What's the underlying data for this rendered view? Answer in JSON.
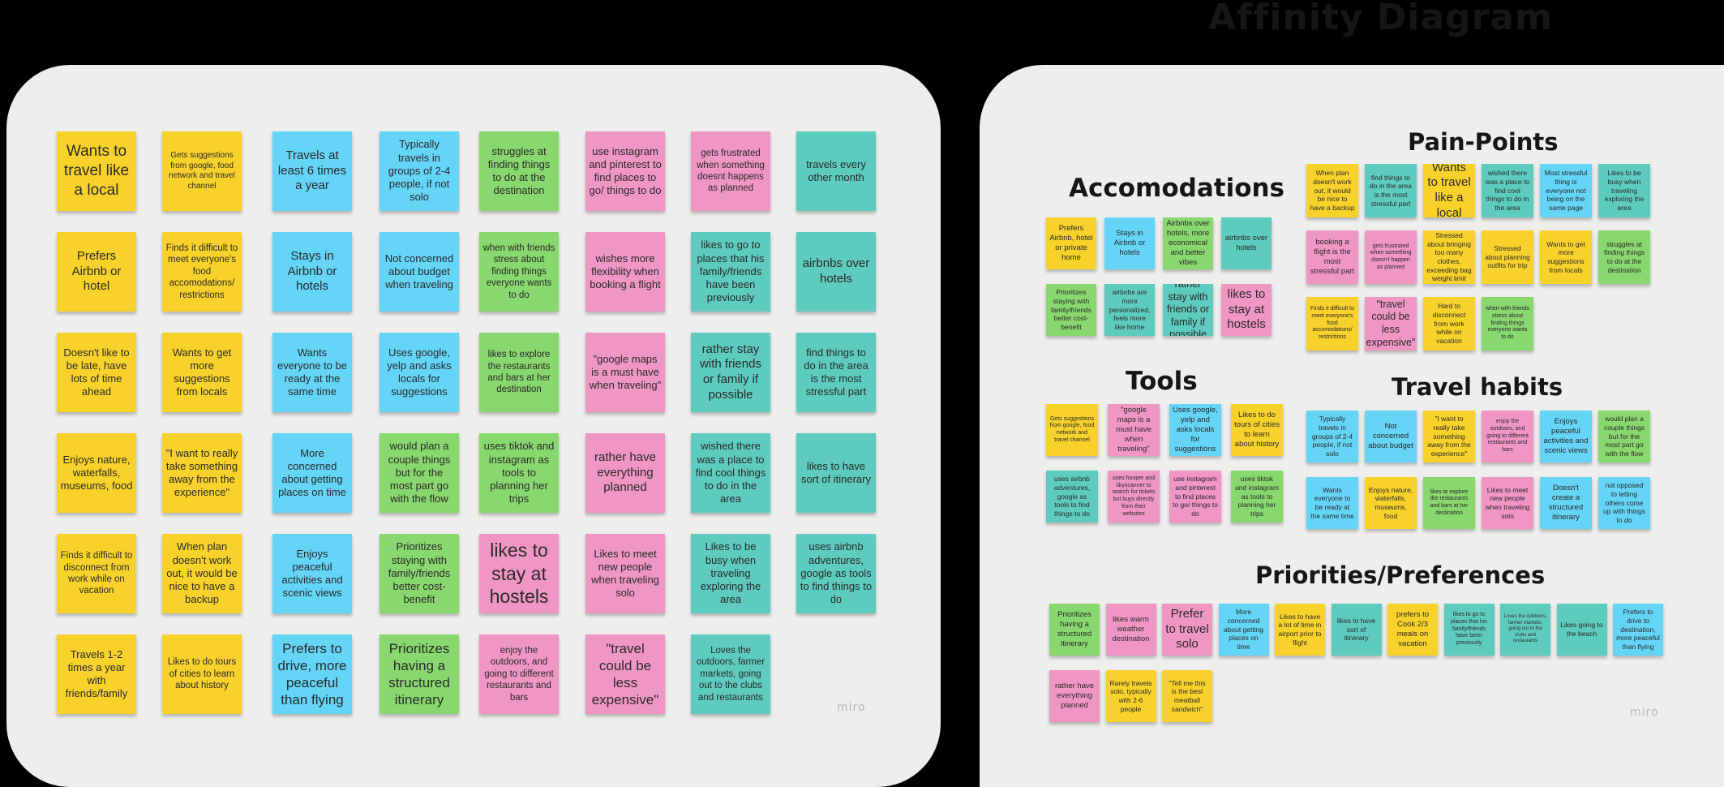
{
  "page_title": "Affinity Diagram",
  "watermark": "miro",
  "colors": {
    "yellow": "#f8d22a",
    "blue": "#64d4f7",
    "green": "#89d76f",
    "pink": "#ef96c4",
    "teal": "#5ecbbf",
    "board": "#eeeeec",
    "background": "#000000"
  },
  "left_board": {
    "columns": [
      {
        "color": "yellow",
        "notes": [
          {
            "text": "Wants to travel like a local",
            "size": "xl"
          },
          {
            "text": "Prefers Airbnb or hotel",
            "size": "l"
          },
          {
            "text": "Doesn't like to be late, have lots of time ahead",
            "size": "m"
          },
          {
            "text": "Enjoys nature, waterfalls, museums, food",
            "size": "m"
          },
          {
            "text": "Finds it difficult to disconnect from work while on vacation",
            "size": "s"
          },
          {
            "text": "Travels 1-2 times a year with friends/family",
            "size": "m"
          }
        ]
      },
      {
        "color": "yellow",
        "notes": [
          {
            "text": "Gets suggestions from google, food network and travel channel",
            "size": "xs"
          },
          {
            "text": "Finds it difficult to meet everyone's food accomodations/ restrictions",
            "size": "s"
          },
          {
            "text": "Wants to get more suggestions from locals",
            "size": "m"
          },
          {
            "text": "\"I want to really take something away from the experience\"",
            "size": "m"
          },
          {
            "text": "When plan doesn't work out, it would be nice to have a backup",
            "size": "m"
          },
          {
            "text": "Likes to do tours of cities to learn about history",
            "size": "s"
          }
        ]
      },
      {
        "color": "blue",
        "notes": [
          {
            "text": "Travels at least 6 times a year",
            "size": "l"
          },
          {
            "text": "Stays in Airbnb or hotels",
            "size": "l"
          },
          {
            "text": "Wants everyone to be ready at the same time",
            "size": "m"
          },
          {
            "text": "More concerned about getting places on time",
            "size": "m"
          },
          {
            "text": "Enjoys peaceful activities and scenic views",
            "size": "m"
          },
          {
            "text": "Prefers to drive, more peaceful than flying",
            "size": "xl2"
          }
        ]
      },
      {
        "color": "blue",
        "notes": [
          {
            "text": "Typically travels in groups of 2-4 people, if not solo",
            "size": "m"
          },
          {
            "text": "Not concerned about budget when traveling",
            "size": "m"
          },
          {
            "text": "Uses google, yelp and asks locals for suggestions",
            "size": "m"
          },
          {
            "text": "would plan a couple things but for the most part go with the flow",
            "size": "m",
            "color": "green"
          },
          {
            "text": "Prioritizes staying with family/friends better cost-benefit",
            "size": "m",
            "color": "green"
          },
          {
            "text": "Prioritizes having a structured itinerary",
            "size": "xl2",
            "color": "green"
          }
        ]
      },
      {
        "color": "green",
        "notes": [
          {
            "text": "struggles at finding things to do at the destination",
            "size": "m"
          },
          {
            "text": "when with friends stress about finding things everyone wants to do",
            "size": "s"
          },
          {
            "text": "likes to explore the restaurants and bars at her destination",
            "size": "s"
          },
          {
            "text": "uses tiktok and instagram as tools to planning her trips",
            "size": "m"
          },
          {
            "text": "likes to stay at hostels",
            "size": "xxl",
            "color": "pink"
          },
          {
            "text": "enjoy the outdoors, and going to different restaurants and bars",
            "size": "s",
            "color": "pink"
          }
        ]
      },
      {
        "color": "pink",
        "notes": [
          {
            "text": "use instagram and pinterest to find places to go/ things to do",
            "size": "m"
          },
          {
            "text": "wishes more flexibility when booking a flight",
            "size": "m"
          },
          {
            "text": "\"google maps is a must have when traveling\"",
            "size": "m"
          },
          {
            "text": "rather have everything planned",
            "size": "l"
          },
          {
            "text": "Likes to meet new people when traveling solo",
            "size": "m"
          },
          {
            "text": "\"travel could be less expensive\"",
            "size": "xl2"
          }
        ]
      },
      {
        "color": "pink",
        "notes": [
          {
            "text": "gets frustrated when something doesnt happens as planned",
            "size": "s"
          },
          {
            "text": "likes to go to places that his family/friends have been previously",
            "size": "m",
            "color": "teal"
          },
          {
            "text": "rather stay with friends or family if possible",
            "size": "l",
            "color": "teal"
          },
          {
            "text": "wished there was a place to find cool things to do in the area",
            "size": "m",
            "color": "teal"
          },
          {
            "text": "Likes to be busy when traveling exploring the area",
            "size": "m",
            "color": "teal"
          },
          {
            "text": "Loves the outdoors, farmer markets, going out to the clubs and restaurants",
            "size": "s",
            "color": "teal"
          }
        ]
      },
      {
        "color": "teal",
        "notes": [
          {
            "text": "travels every other month",
            "size": "m"
          },
          {
            "text": "airbnbs over hotels",
            "size": "l"
          },
          {
            "text": "find things to do in the area is the most stressful part",
            "size": "m"
          },
          {
            "text": "likes to have sort of itinerary",
            "size": "m"
          },
          {
            "text": "uses airbnb adventures, google as tools to find things to do",
            "size": "m"
          }
        ]
      }
    ]
  },
  "right_board": {
    "clusters": [
      {
        "title": "Accomodations",
        "notes": [
          {
            "text": "Prefers Airbnb, hotel or private home",
            "color": "yellow",
            "size": "s"
          },
          {
            "text": "Stays in Airbnb or hotels",
            "color": "blue",
            "size": "s"
          },
          {
            "text": "Airbnbs over hotels, more economical and better vibes",
            "color": "green",
            "size": "s"
          },
          {
            "text": "airbnbs over hotels",
            "color": "teal",
            "size": "s"
          },
          {
            "text": "Prioritizes staying with family/friends better cost-benefit",
            "color": "green",
            "size": "xs"
          },
          {
            "text": "airbnbs are more personalized, feels more like home",
            "color": "teal",
            "size": "xs"
          },
          {
            "text": "rather stay with friends or family if possible",
            "color": "teal",
            "size": "m"
          },
          {
            "text": "likes to stay at hostels",
            "color": "pink",
            "size": "l"
          }
        ]
      },
      {
        "title": "Tools",
        "notes": [
          {
            "text": "Gets suggestions from google, food network and travel channel",
            "color": "yellow",
            "size": "xxs"
          },
          {
            "text": "\"google maps is a must have when traveling\"",
            "color": "pink",
            "size": "s"
          },
          {
            "text": "Uses google, yelp and asks locals for suggestions",
            "color": "blue",
            "size": "s"
          },
          {
            "text": "Likes to do tours of cities to learn about history",
            "color": "yellow",
            "size": "s"
          },
          {
            "text": "uses airbnb adventures, google as tools to find things to do",
            "color": "teal",
            "size": "xs"
          },
          {
            "text": "uses hooper and skyscanner to search for tickets but buys directly from their websites",
            "color": "pink",
            "size": "xxs"
          },
          {
            "text": "use instagram and pinterest to find places to go/ things to do",
            "color": "pink",
            "size": "xs"
          },
          {
            "text": "uses tiktok and instagram as tools to planning her trips",
            "color": "green",
            "size": "xs"
          }
        ]
      },
      {
        "title": "Pain-Points",
        "notes": [
          {
            "text": "When plan doesn't work out, it would be nice to have a backup",
            "color": "yellow",
            "size": "xs"
          },
          {
            "text": "find things to do in the area is the most stressful part",
            "color": "teal",
            "size": "xs"
          },
          {
            "text": "Wants to travel like a local",
            "color": "yellow",
            "size": "l"
          },
          {
            "text": "wished there was a place to find cool things to do in the area",
            "color": "teal",
            "size": "xs"
          },
          {
            "text": "Most stressful thing is everyone not being on the same page",
            "color": "blue",
            "size": "xs"
          },
          {
            "text": "Likes to be busy when traveling exploring the area",
            "color": "teal",
            "size": "xs"
          },
          {
            "text": "booking a flight is the most stressful part",
            "color": "pink",
            "size": "s"
          },
          {
            "text": "gets frustrated when something doesn't happen as planned",
            "color": "pink",
            "size": "xxs"
          },
          {
            "text": "Stressed about bringing too many clothes, exceeding bag weight limit",
            "color": "yellow",
            "size": "xs"
          },
          {
            "text": "Stressed about planning outfits for trip",
            "color": "yellow",
            "size": "xs"
          },
          {
            "text": "Wants to get more suggestions from locals",
            "color": "yellow",
            "size": "xs"
          },
          {
            "text": "struggles at finding things to do at the destination",
            "color": "green",
            "size": "xs"
          },
          {
            "text": "Finds it difficult to meet everyone's food accomodations/ restrictions",
            "color": "yellow",
            "size": "xxs"
          },
          {
            "text": "\"travel could be less expensive\"",
            "color": "pink",
            "size": "m"
          },
          {
            "text": "Hard to disconnect from work while on vacation",
            "color": "yellow",
            "size": "xs"
          },
          {
            "text": "when with friends stress about finding things everyone wants to do",
            "color": "green",
            "size": "xxs"
          }
        ]
      },
      {
        "title": "Travel habits",
        "notes": [
          {
            "text": "Typically travels in groups of 2-4 people, if not solo",
            "color": "blue",
            "size": "xs"
          },
          {
            "text": "Not concerned about budget",
            "color": "blue",
            "size": "s"
          },
          {
            "text": "\"I want to really take something away from the experience\"",
            "color": "yellow",
            "size": "xs"
          },
          {
            "text": "enjoy the outdoors, and going to different restaurants and bars",
            "color": "pink",
            "size": "xxs"
          },
          {
            "text": "Enjoys peaceful activities and scenic views",
            "color": "blue",
            "size": "s"
          },
          {
            "text": "would plan a couple things but for the most part go with the flow",
            "color": "green",
            "size": "xs"
          },
          {
            "text": "Wants everyone to be ready at the same time",
            "color": "blue",
            "size": "xs"
          },
          {
            "text": "Enjoys nature, waterfalls, museums, food",
            "color": "yellow",
            "size": "xs"
          },
          {
            "text": "likes to explore the restaurants and bars at her destination",
            "color": "green",
            "size": "xxs"
          },
          {
            "text": "Likes to meet new people when traveling solo",
            "color": "pink",
            "size": "xs"
          },
          {
            "text": "Doesn't create a structured itinerary",
            "color": "blue",
            "size": "s"
          },
          {
            "text": "not opposed to letting others come up with things to do",
            "color": "blue",
            "size": "xs"
          }
        ]
      },
      {
        "title": "Priorities/Preferences",
        "notes": [
          {
            "text": "Prioritizes having a structured itinerary",
            "color": "green",
            "size": "s"
          },
          {
            "text": "likes warm weather destination",
            "color": "pink",
            "size": "s"
          },
          {
            "text": "Prefer to travel solo",
            "color": "pink",
            "size": "l"
          },
          {
            "text": "More concerned about getting places on time",
            "color": "blue",
            "size": "xs"
          },
          {
            "text": "Likes to have a lot of time in airport prior to flight",
            "color": "yellow",
            "size": "xs"
          },
          {
            "text": "likes to have sort of itinerary",
            "color": "teal",
            "size": "xs"
          },
          {
            "text": "prefers to Cook 2/3 meals on vacation",
            "color": "yellow",
            "size": "s"
          },
          {
            "text": "likes to go to places that his family/friends have been previously",
            "color": "teal",
            "size": "xxs"
          },
          {
            "text": "Loves the outdoors, farmer markets, going out to the clubs and restaurants",
            "color": "teal",
            "size": "xxxs"
          },
          {
            "text": "Likes going to the beach",
            "color": "teal",
            "size": "xs"
          },
          {
            "text": "Prefers to drive to destination, more peaceful than flying",
            "color": "blue",
            "size": "xs"
          },
          {
            "text": "rather have everything planned",
            "color": "pink",
            "size": "s"
          },
          {
            "text": "Rarely travels solo, typically with 2-6 people",
            "color": "yellow",
            "size": "xs"
          },
          {
            "text": "\"Tell me this is the best meatball sandwich\"",
            "color": "yellow",
            "size": "xs"
          }
        ]
      }
    ]
  }
}
